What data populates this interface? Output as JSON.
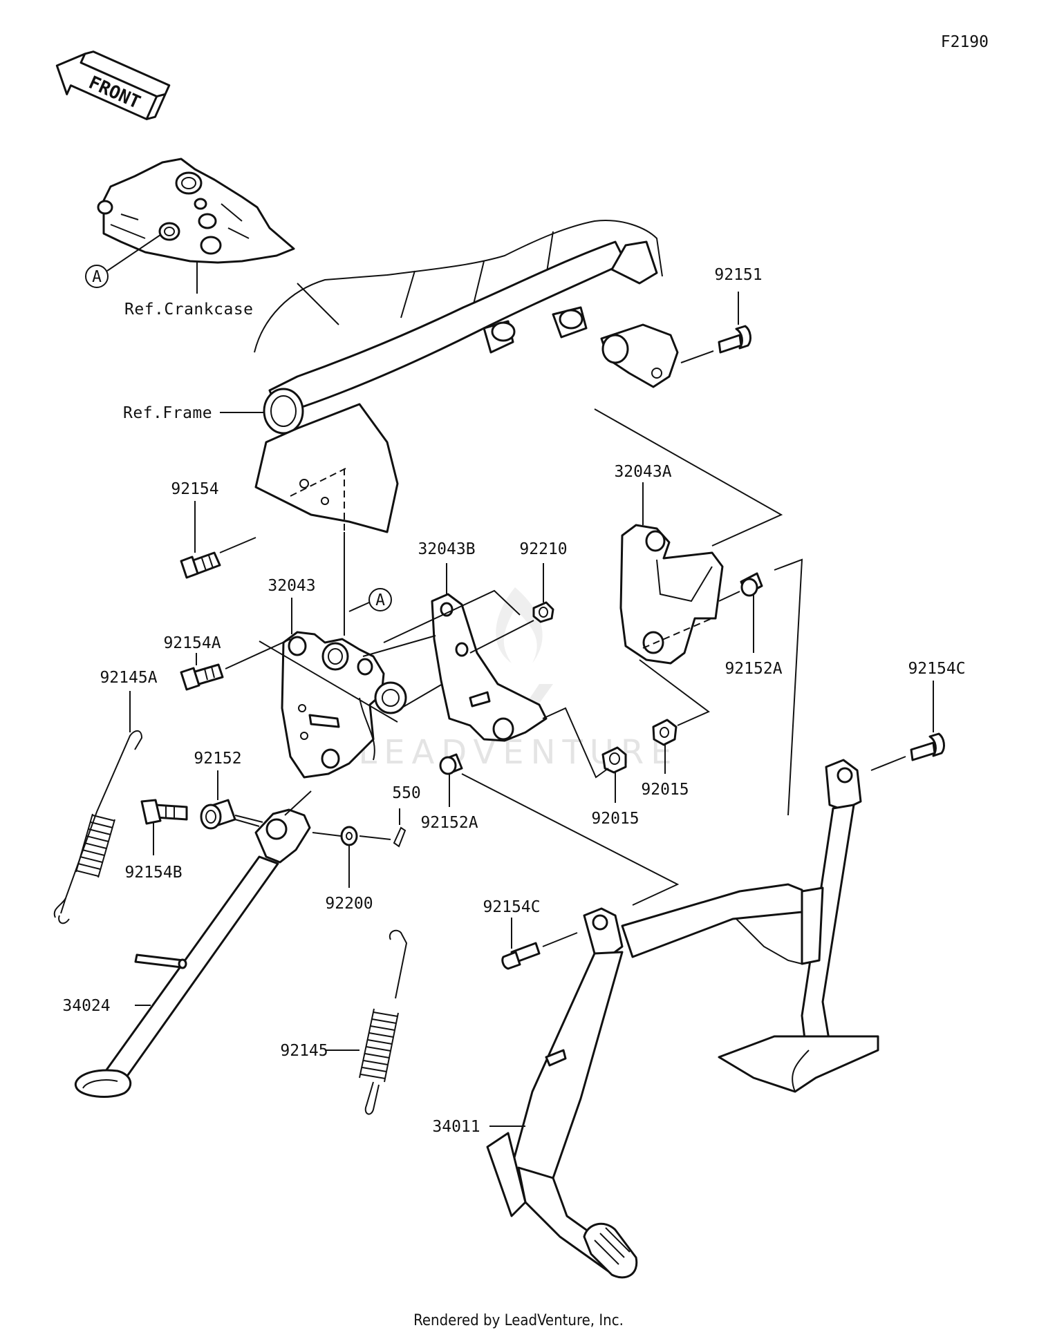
{
  "figure_code": "F2190",
  "orientation_label": "FRONT",
  "callout_letter": "A",
  "references": {
    "crankcase": "Ref.Crankcase",
    "frame": "Ref.Frame"
  },
  "part_labels": [
    {
      "id": "p92151",
      "text": "92151"
    },
    {
      "id": "p92154",
      "text": "92154"
    },
    {
      "id": "p32043A",
      "text": "32043A"
    },
    {
      "id": "p32043B",
      "text": "32043B"
    },
    {
      "id": "p92210",
      "text": "92210"
    },
    {
      "id": "p32043",
      "text": "32043"
    },
    {
      "id": "p92154A",
      "text": "92154A"
    },
    {
      "id": "p92152A_r",
      "text": "92152A"
    },
    {
      "id": "p92145A",
      "text": "92145A"
    },
    {
      "id": "p92154C_r",
      "text": "92154C"
    },
    {
      "id": "p92152",
      "text": "92152"
    },
    {
      "id": "p550",
      "text": "550"
    },
    {
      "id": "p92015_r",
      "text": "92015"
    },
    {
      "id": "p92154B",
      "text": "92154B"
    },
    {
      "id": "p92152A_c",
      "text": "92152A"
    },
    {
      "id": "p92015_c",
      "text": "92015"
    },
    {
      "id": "p92200",
      "text": "92200"
    },
    {
      "id": "p92154C_c",
      "text": "92154C"
    },
    {
      "id": "p34024",
      "text": "34024"
    },
    {
      "id": "p92145",
      "text": "92145"
    },
    {
      "id": "p34011",
      "text": "34011"
    }
  ],
  "watermark": "LEADVENTURE",
  "footer": "Rendered by LeadVenture, Inc."
}
